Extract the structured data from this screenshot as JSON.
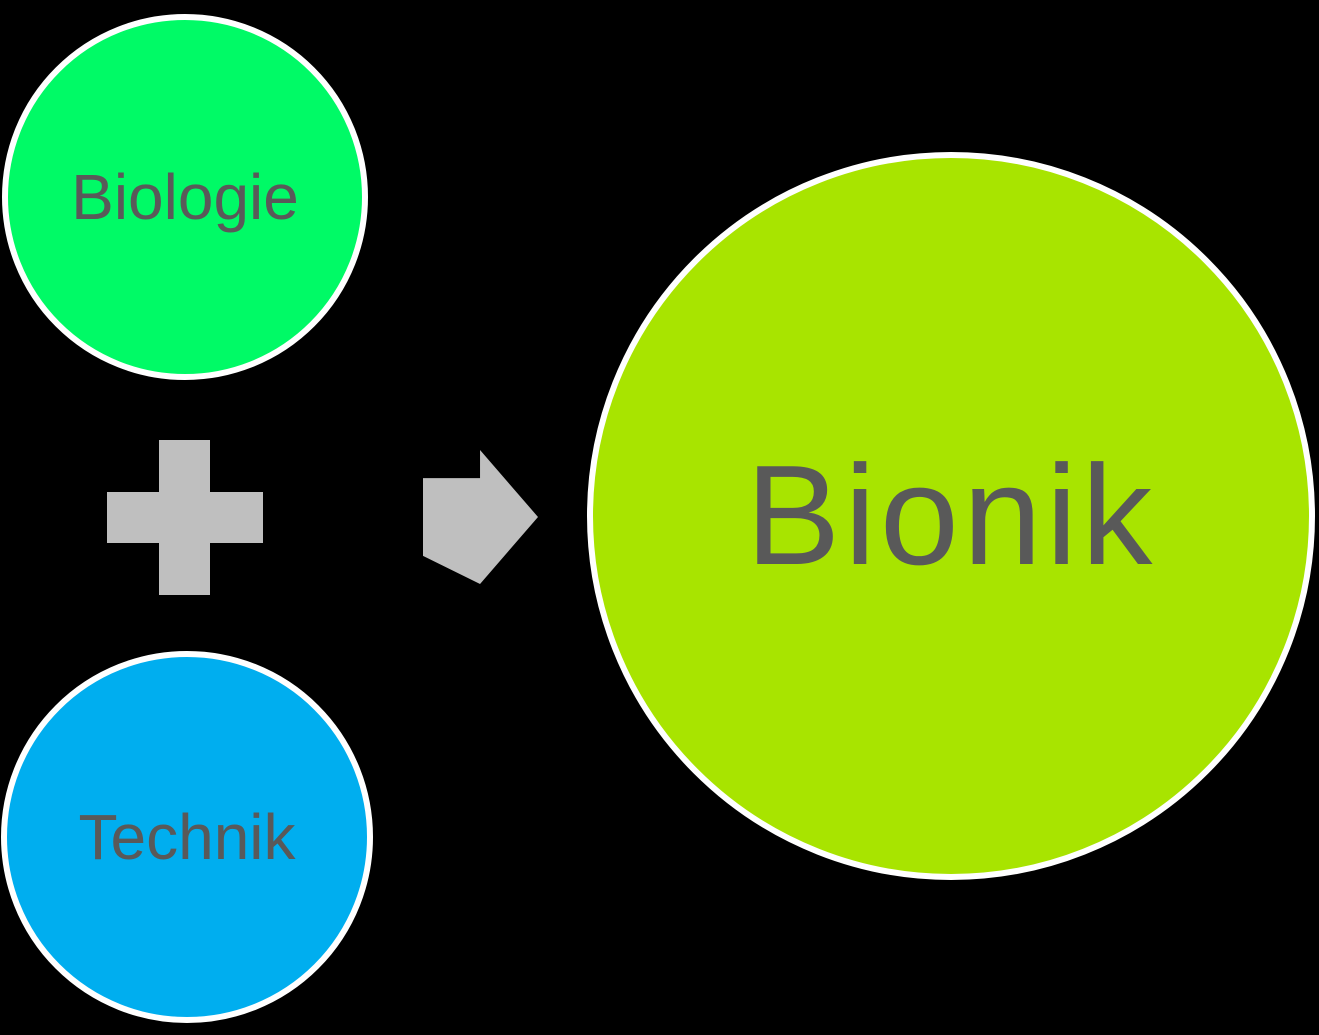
{
  "diagram": {
    "title_semantic": "biology-plus-technology-equals-bionics-diagram",
    "nodes": [
      {
        "id": "biologie",
        "label": "Biologie",
        "fill": "#00fa66"
      },
      {
        "id": "technik",
        "label": "Technik",
        "fill": "#00aeef"
      },
      {
        "id": "bionik",
        "label": "Bionik",
        "fill": "#a8e400"
      }
    ],
    "operators": {
      "plus_icon": "plus-icon",
      "arrow_icon": "arrow-right-icon",
      "fill": "#bfbfbf"
    },
    "colors": {
      "label_text": "#595959",
      "circle_border": "#ffffff",
      "background": "#000000"
    }
  }
}
